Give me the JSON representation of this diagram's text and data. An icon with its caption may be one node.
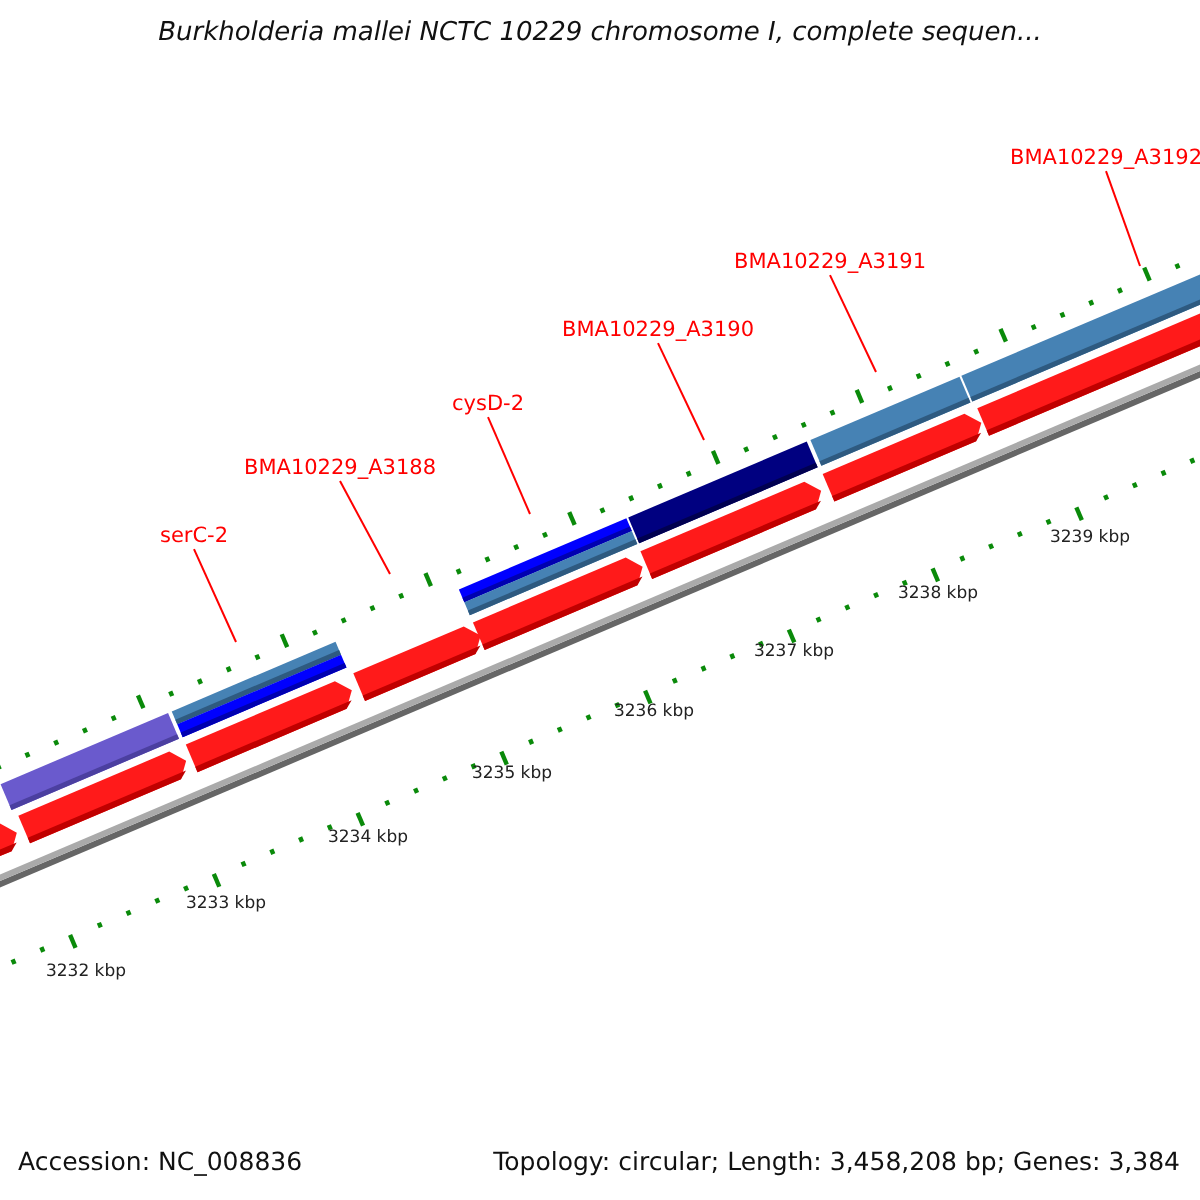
{
  "diagram": {
    "title": "Burkholderia mallei NCTC 10229 chromosome I, complete sequen...",
    "nodes": [
      {
        "text": [
          "BMA10229_A3192"
        ]
      },
      {
        "text": [
          "BMA10229_A3191"
        ]
      },
      {
        "text": [
          "BMA10229_A3190"
        ]
      },
      {
        "text": [
          "cysD-2"
        ]
      },
      {
        "text": [
          "BMA10229_A3188"
        ]
      },
      {
        "text": [
          "serC-2"
        ]
      }
    ],
    "edges": [
      {
        "from": 0,
        "to": null,
        "arrow": "none"
      },
      {
        "from": 1,
        "to": null,
        "arrow": "none"
      },
      {
        "from": 2,
        "to": null,
        "arrow": "none"
      },
      {
        "from": 3,
        "to": null,
        "arrow": "none"
      },
      {
        "from": 4,
        "to": null,
        "arrow": "none"
      },
      {
        "from": 5,
        "to": null,
        "arrow": "none"
      }
    ],
    "labels": [
      "3239 kbp",
      "3238 kbp",
      "3237 kbp",
      "3236 kbp",
      "3235 kbp",
      "3234 kbp",
      "3233 kbp",
      "3232 kbp",
      "Accession: NC_008836",
      "Topology: circular; Length: 3,458,208 bp; Genes: 3,384"
    ]
  }
}
